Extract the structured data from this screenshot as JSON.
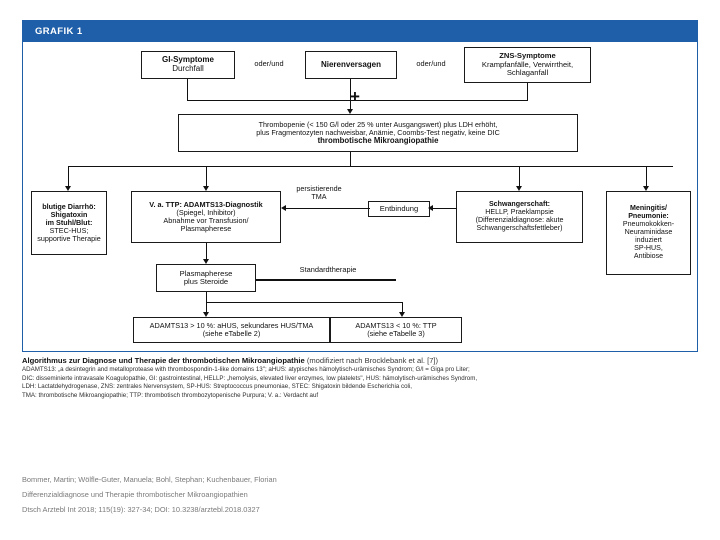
{
  "header": {
    "label": "GRAFIK 1"
  },
  "diagram": {
    "top_row": {
      "gi": {
        "line1": "GI-Symptome",
        "line2": "Durchfall"
      },
      "conn1": "oder/und",
      "renal": {
        "line1": "Nierenversagen"
      },
      "conn2": "oder/und",
      "cns": {
        "line1": "ZNS-Symptome",
        "line2": "Krampfanfälle, Verwirrtheit,",
        "line3": "Schlaganfall"
      }
    },
    "plus": "+",
    "thrombo": {
      "line1": "Thrombopenie (< 150 G/l oder 25 % unter Ausgangswert) plus LDH erhöht,",
      "line2": "plus Fragmentozyten nachweisbar, Anämie, Coombs-Test negativ, keine DIC",
      "line3": "thrombotische Mikroangiopathie"
    },
    "stec": {
      "line1": "blutige Diarrhö:",
      "line2": "Shigatoxin",
      "line3": "im Stuhl/Blut:",
      "line4": "STEC-HUS;",
      "line5": "supportive Therapie"
    },
    "ttp_workup": {
      "line1": "V. a. TTP: ADAMTS13-Diagnostik",
      "line2": "(Spiegel, Inhibitor)",
      "line3": "Abnahme vor Transfusion/",
      "line4": "Plasmapherese"
    },
    "persistent_tma": {
      "line1": "persistierende",
      "line2": "TMA"
    },
    "delivery": {
      "line1": "Entbindung"
    },
    "pregnancy": {
      "line1": "Schwangerschaft:",
      "line2": "HELLP, Praeklampsie",
      "line3": "(Differenzialdiagnose: akute",
      "line4": "Schwangerschaftsfettleber)"
    },
    "meningitis": {
      "line1": "Meningitis/",
      "line2": "Pneumonie:",
      "line3": "Pneumokokken-",
      "line4": "Neuraminidase",
      "line5": "induziert",
      "line6": "SP-HUS,",
      "line7": "Antibiose"
    },
    "plasmapheresis": {
      "line1": "Plasmapherese",
      "line2": "plus Steroide"
    },
    "standard_therapy": {
      "line1": "Standardtherapie"
    },
    "outcome_left": {
      "line1": "ADAMTS13 > 10 %: aHUS, sekundares HUS/TMA",
      "line2": "(siehe eTabelle 2)"
    },
    "outcome_right": {
      "line1": "ADAMTS13 < 10 %: TTP",
      "line2": "(siehe eTabelle 3)"
    }
  },
  "caption": {
    "title_bold": "Algorithmus zur Diagnose und Therapie der thrombotischen Mikroangiopathie",
    "title_thin": "(modifiziert nach Brocklebank et al. [7])",
    "legend": [
      "ADAMTS13: „a desintegrin and metalloprotease with thrombospondin-1-like domains 13\"; aHUS: atypisches hämolytisch-urämisches Syndrom; G/l = Giga pro Liter;",
      "DIC: disseminierte intravasale Koagulopathie, GI: gastrointestinal, HELLP: „hemolysis, elevated liver enzymes, low platelets\", HUS: hämolytisch-urämisches Syndrom,",
      "LDH: Lactatdehydrogenase, ZNS: zentrales Nervensystem, SP-HUS: Streptococcus pneumoniae, STEC: Shigatoxin bildende Escherichia coli,",
      "TMA: thrombotische Mikroangiopathie; TTP: thrombotisch thrombozytopenische Purpura; V. a.: Verdacht auf"
    ]
  },
  "citation": {
    "authors": "Bommer, Martin; Wölfle-Guter, Manuela; Bohl, Stephan; Kuchenbauer, Florian",
    "title": "Differenzialdiagnose und Therapie thrombotischer Mikroangiopathien",
    "source": "Dtsch Arztebl Int 2018; 115(19): 327-34; DOI: 10.3238/arztebl.2018.0327"
  },
  "colors": {
    "header_blue": "#1F5FA9",
    "line_black": "#111111",
    "citation_gray": "#7a7a7a"
  }
}
